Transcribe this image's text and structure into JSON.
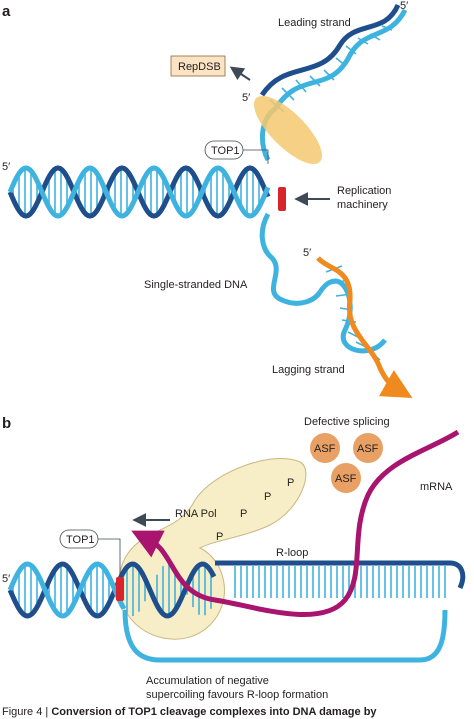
{
  "panel_a": {
    "letter": "a",
    "leading_strand": "Leading strand",
    "repdsb": "RepDSB",
    "prime_5_top": "5′",
    "prime_5_left": "5′",
    "prime_5_enzyme": "5′",
    "top1": "TOP1",
    "replication_line1": "Replication",
    "replication_line2": "machinery",
    "single_stranded": "Single-stranded DNA",
    "prime_5_lagging": "5′",
    "lagging_strand": "Lagging strand"
  },
  "panel_b": {
    "letter": "b",
    "defective_splicing": "Defective splicing",
    "asf": [
      "ASF",
      "ASF",
      "ASF"
    ],
    "mrna": "mRNA",
    "rna_pol": "RNA Pol",
    "p_labels": [
      "P",
      "P",
      "P",
      "P"
    ],
    "prime_5": "5′",
    "top1": "TOP1",
    "r_loop": "R-loop",
    "accumulation_line1": "Accumulation of negative",
    "accumulation_line2": "supercoiling favours R-loop formation"
  },
  "caption": {
    "prefix": "Figure 4 | ",
    "bold": "Conversion of TOP1 cleavage complexes into DNA damage by"
  },
  "colors": {
    "dark_blue": "#1f4e8c",
    "light_blue": "#3fb3e0",
    "orange": "#f08a1e",
    "magenta": "#a8146e",
    "asf_fill": "#e9a064",
    "polymerase": "#f7edc6",
    "enzyme": "#f5c86e",
    "repdsb_box": "#fbe3c4",
    "red_block": "#d9242c"
  }
}
